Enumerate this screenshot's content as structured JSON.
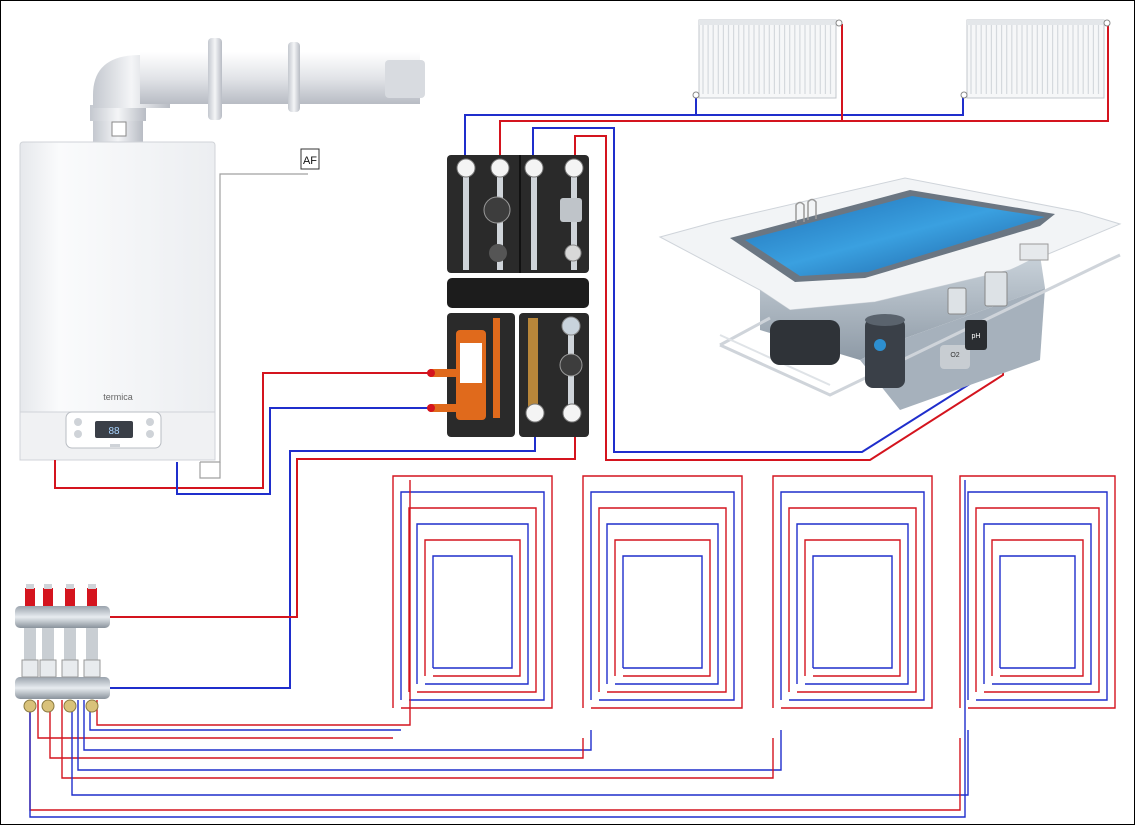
{
  "labels": {
    "af_sensor": "AF",
    "boiler_brand": "termica",
    "boiler_display": "88",
    "pool_ph": "pH",
    "pool_o2": "O2"
  },
  "colors": {
    "supply": "#d4141e",
    "return": "#1f2ecc",
    "thin_wire": "#a0a0a0",
    "boiler_body": "#f4f5f7",
    "insulation": "#2a2a2a",
    "copper": "#e06a1c",
    "pool_water": "#2d8fd0"
  },
  "components": {
    "boiler": "gas-boiler",
    "flue": "flue-pipe",
    "sensor": "outdoor-sensor",
    "hydraulic_separator": "hydraulic-separator",
    "pump_groups": "pump-groups",
    "radiators": [
      "radiator",
      "radiator"
    ],
    "pool": "swimming-pool",
    "manifold": "floor-heating-manifold",
    "floor_loops": [
      "floor-loop",
      "floor-loop",
      "floor-loop",
      "floor-loop"
    ]
  }
}
